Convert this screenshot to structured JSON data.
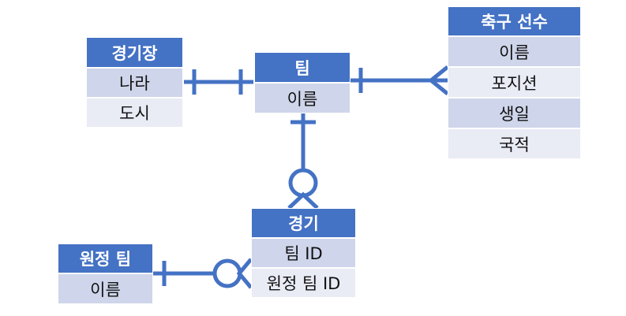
{
  "entities": {
    "stadium": {
      "title": "경기장",
      "attributes": [
        "나라",
        "도시"
      ]
    },
    "team": {
      "title": "팀",
      "attributes": [
        "이름"
      ]
    },
    "player": {
      "title": "축구 선수",
      "attributes": [
        "이름",
        "포지션",
        "생일",
        "국적"
      ]
    },
    "match": {
      "title": "경기",
      "attributes": [
        "팀 ID",
        "원정 팀 ID"
      ]
    },
    "away_team": {
      "title": "원정 팀",
      "attributes": [
        "이름"
      ]
    }
  },
  "colors": {
    "header": "#4472c4",
    "row_dark": "#cfd5ea",
    "row_light": "#e9ebf5",
    "connector": "#4472c4"
  },
  "relationships": [
    {
      "from": "stadium",
      "to": "team",
      "from_cardinality": "one",
      "to_cardinality": "one"
    },
    {
      "from": "team",
      "to": "player",
      "from_cardinality": "one",
      "to_cardinality": "many"
    },
    {
      "from": "team",
      "to": "match",
      "from_cardinality": "one",
      "to_cardinality": "zero-or-many"
    },
    {
      "from": "away_team",
      "to": "match",
      "from_cardinality": "one",
      "to_cardinality": "zero-or-many"
    }
  ]
}
